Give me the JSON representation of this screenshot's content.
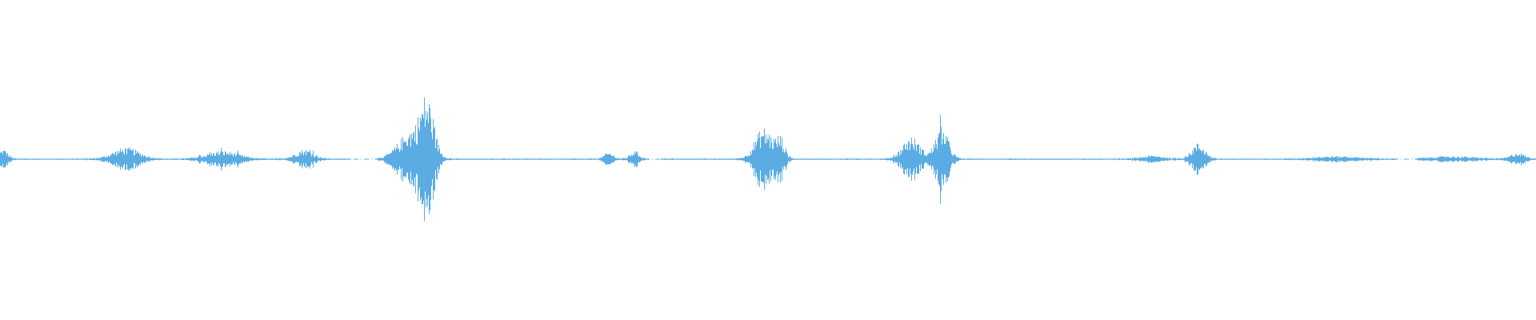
{
  "waveform": {
    "color": "#5aace3",
    "background": "#ffffff",
    "duration_fraction_markers": "none",
    "bursts": [
      {
        "at": 0.002,
        "spread": 0.004,
        "amplitude": 0.03
      },
      {
        "at": 0.082,
        "spread": 0.012,
        "amplitude": 0.035
      },
      {
        "at": 0.145,
        "spread": 0.014,
        "amplitude": 0.025
      },
      {
        "at": 0.198,
        "spread": 0.008,
        "amplitude": 0.03
      },
      {
        "at": 0.268,
        "spread": 0.012,
        "amplitude": 0.09
      },
      {
        "at": 0.278,
        "spread": 0.006,
        "amplitude": 0.16
      },
      {
        "at": 0.396,
        "spread": 0.004,
        "amplitude": 0.02
      },
      {
        "at": 0.413,
        "spread": 0.004,
        "amplitude": 0.025
      },
      {
        "at": 0.497,
        "spread": 0.008,
        "amplitude": 0.1
      },
      {
        "at": 0.508,
        "spread": 0.004,
        "amplitude": 0.06
      },
      {
        "at": 0.593,
        "spread": 0.008,
        "amplitude": 0.07
      },
      {
        "at": 0.613,
        "spread": 0.006,
        "amplitude": 0.1
      },
      {
        "at": 0.75,
        "spread": 0.01,
        "amplitude": 0.01
      },
      {
        "at": 0.78,
        "spread": 0.006,
        "amplitude": 0.05
      },
      {
        "at": 0.87,
        "spread": 0.02,
        "amplitude": 0.008
      },
      {
        "at": 0.945,
        "spread": 0.02,
        "amplitude": 0.008
      },
      {
        "at": 0.988,
        "spread": 0.006,
        "amplitude": 0.02
      }
    ],
    "gaps": [
      [
        0.228,
        0.245
      ],
      [
        0.422,
        0.43
      ],
      [
        0.908,
        0.922
      ]
    ]
  }
}
